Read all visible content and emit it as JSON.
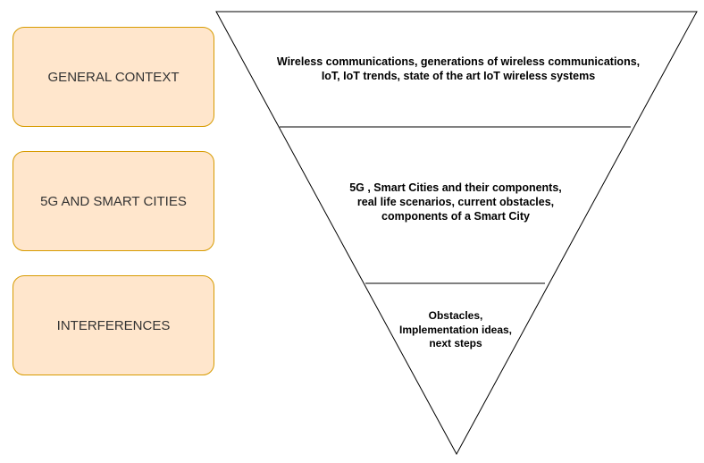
{
  "levels": [
    {
      "label": "GENERAL CONTEXT",
      "lines": [
        "Wireless communications, generations of wireless communications,",
        "IoT, IoT trends, state of the art IoT wireless systems"
      ]
    },
    {
      "label": "5G AND SMART CITIES",
      "lines": [
        "5G , Smart Cities and their components,",
        "real life scenarios, current obstacles,",
        "components of a Smart City"
      ]
    },
    {
      "label": "INTERFERENCES",
      "lines": [
        "Obstacles,",
        "Implementation ideas,",
        "next steps"
      ]
    }
  ],
  "colors": {
    "box_fill": "#ffe6cc",
    "box_border": "#d79b00",
    "box_text": "#333333",
    "funnel_stroke": "#000000"
  }
}
